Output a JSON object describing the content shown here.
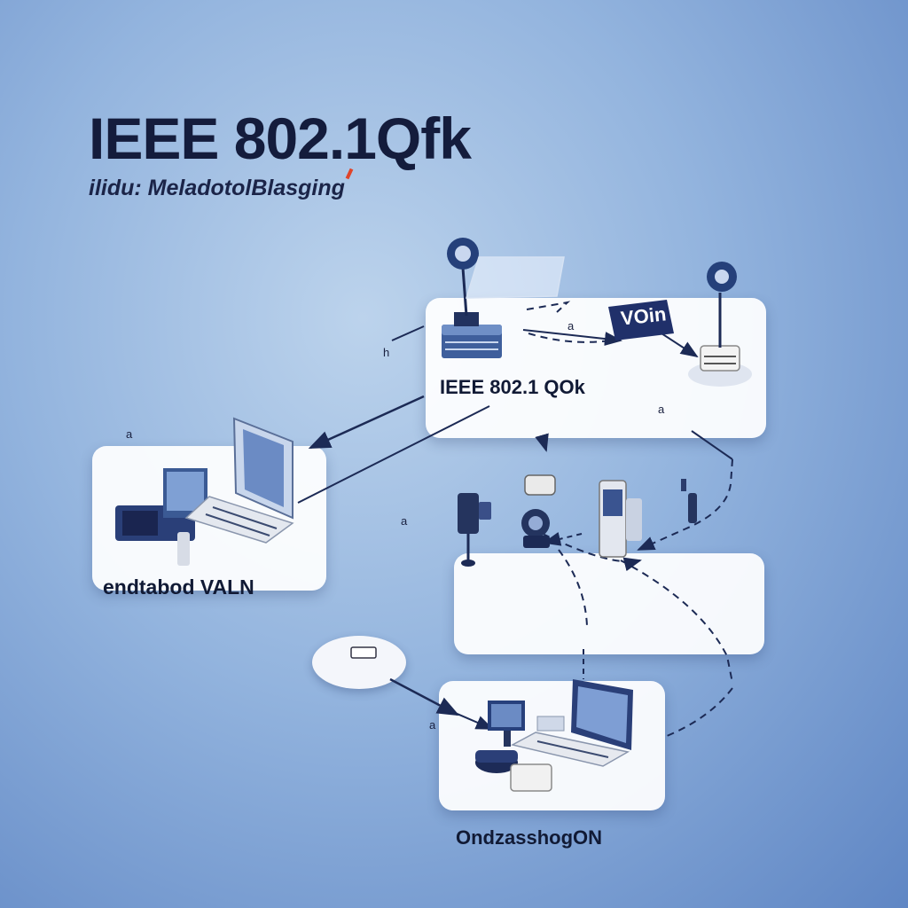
{
  "title": "IEEE 802.1Qfk",
  "subtitle": "ilidu: MeladotolBlasging",
  "top_panel": {
    "caption": "IEEE 802.1 QOk",
    "badge": "VOin"
  },
  "left_panel": {
    "caption": "endtabod VALN"
  },
  "bottom_panel": {
    "caption": "OndzasshogON"
  },
  "stray_glyphs": [
    "h",
    "a",
    "a",
    "a",
    "a",
    "a"
  ],
  "colors": {
    "navy": "#1c2a55",
    "accent_red": "#e0442a",
    "panel": "#ffffff"
  }
}
